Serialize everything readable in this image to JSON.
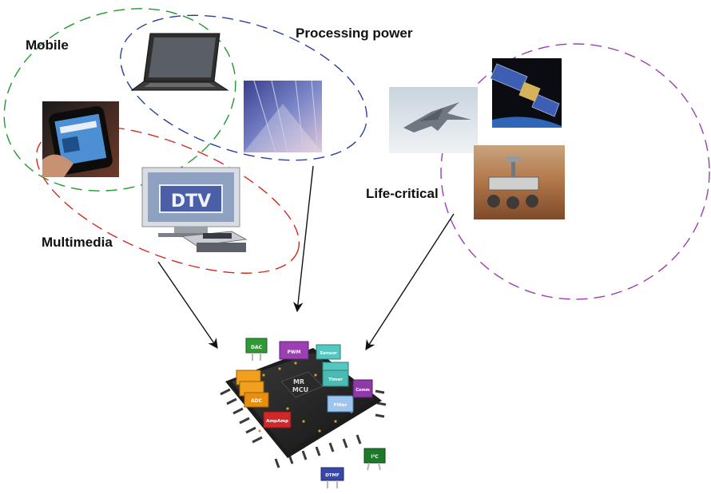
{
  "labels": {
    "mobile": "Mobile",
    "processing_power": "Processing power",
    "life_critical": "Life-critical",
    "multimedia": "Multimedia"
  },
  "images": {
    "tv_screen_text": "DTV",
    "chip_center_line1": "MR",
    "chip_center_line2": "MCU"
  },
  "chip_modules": {
    "dac": "DAC",
    "pwm": "PWM",
    "sensor": "Sensor",
    "timer": "Timer",
    "adc": "ADC",
    "filter": "Filter",
    "amplifier": "AmpAmp",
    "comm": "Comm",
    "i2c": "I²C",
    "dtmf": "DTMF"
  },
  "colors": {
    "mobile_ellipse": "#1f9a2c",
    "processing_ellipse": "#2b3f9e",
    "multimedia_ellipse": "#d22a1e",
    "life_critical_ellipse": "#9b3fb0",
    "arrow": "#111111"
  }
}
